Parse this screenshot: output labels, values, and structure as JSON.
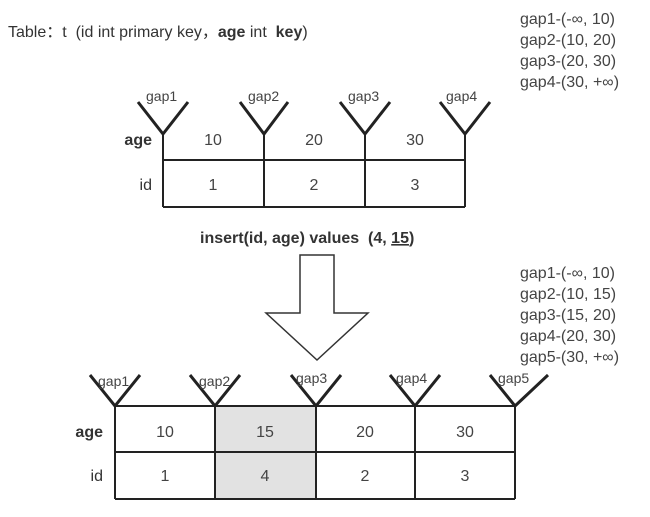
{
  "table_caption": {
    "prefix": "Table：t  (id int primary key，",
    "age_word": "age",
    "int_word": " int  ",
    "key_word": "key",
    "close": ")"
  },
  "before": {
    "gap_list": [
      "gap1-(-∞, 10)",
      "gap2-(10, 20)",
      "gap3-(20, 30)",
      "gap4-(30, +∞)"
    ],
    "gap_labels": [
      "gap1",
      "gap2",
      "gap3",
      "gap4"
    ],
    "row_labels": {
      "age": "age",
      "id": "id"
    },
    "age_values": [
      "10",
      "20",
      "30"
    ],
    "id_values": [
      "1",
      "2",
      "3"
    ]
  },
  "statement": {
    "prefix": "insert(id, age) values  (4, ",
    "underlined": "15",
    "suffix": ")"
  },
  "after": {
    "gap_list": [
      "gap1-(-∞, 10)",
      "gap2-(10, 15)",
      "gap3-(15, 20)",
      "gap4-(20, 30)",
      "gap5-(30, +∞)"
    ],
    "gap_labels": [
      "gap1",
      "gap2",
      "gap3",
      "gap4",
      "gap5"
    ],
    "row_labels": {
      "age": "age",
      "id": "id"
    },
    "age_values": [
      "10",
      "15",
      "20",
      "30"
    ],
    "id_values": [
      "1",
      "4",
      "2",
      "3"
    ],
    "highlight_column": 1,
    "highlight_color": "#e2e2e2"
  }
}
